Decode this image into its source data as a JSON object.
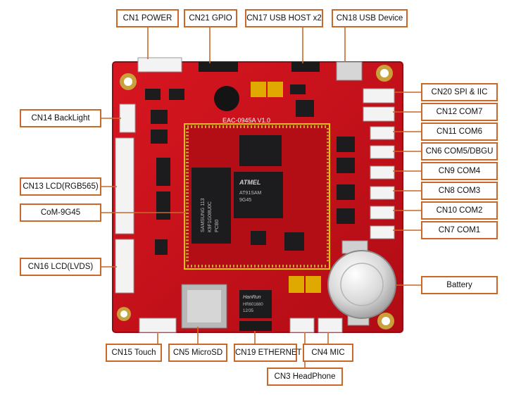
{
  "colors": {
    "board": "#c8101a",
    "board_dark": "#8e0c12",
    "callout_border": "#c8692a",
    "leader_line": "#c8692a",
    "module_outline": "#f2c200",
    "gold": "#c9a13a",
    "chip": "#1c1c1e"
  },
  "board": {
    "silkscreen": "EAC-0945A V1.0"
  },
  "chips": {
    "cpu_brand": "ATMEL",
    "cpu_lines": [
      "AT91SAM",
      "9G45"
    ],
    "nand_lines": [
      "SAMSUNG 113",
      "K9F1G08U0C",
      "PCB0"
    ],
    "ethernet_brand": "HanRun",
    "ethernet_lines": [
      "HR601680",
      "12/35"
    ]
  },
  "callouts": {
    "cn1": "CN1  POWER",
    "cn21": "CN21  GPIO",
    "cn17": "CN17  USB HOST x2",
    "cn18": "CN18  USB Device",
    "cn20": "CN20  SPI & IIC",
    "cn12": "CN12  COM7",
    "cn11": "CN11  COM6",
    "cn6": "CN6  COM5/DBGU",
    "cn9": "CN9  COM4",
    "cn8": "CN8  COM3",
    "cn10": "CN10  COM2",
    "cn7": "CN7  COM1",
    "battery": "Battery",
    "cn14": "CN14  BackLight",
    "cn13": "CN13  LCD(RGB565)",
    "com": "CoM-9G45",
    "cn16": "CN16  LCD(LVDS)",
    "cn15": "CN15 Touch",
    "cn5": "CN5 MicroSD",
    "cn19": "CN19 ETHERNET",
    "cn4": "CN4 MIC",
    "cn3": "CN3 HeadPhone"
  }
}
